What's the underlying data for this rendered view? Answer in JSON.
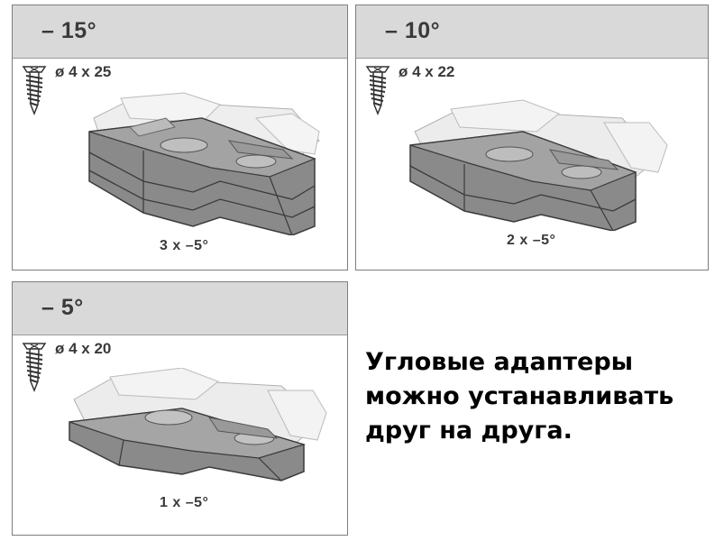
{
  "panels": [
    {
      "angle": "– 15°",
      "screw": "ø 4 x 25",
      "count": "3 x –5°",
      "layers": 3
    },
    {
      "angle": "– 10°",
      "screw": "ø 4 x 22",
      "count": "2 x –5°",
      "layers": 2
    },
    {
      "angle": "– 5°",
      "screw": "ø 4 x 20",
      "count": "1 x –5°",
      "layers": 1
    }
  ],
  "note": "Угловые адаптеры можно устанавливать друг на друга.",
  "colors": {
    "header": "#d9d9d9",
    "adapter": "#8a8a8a",
    "adapter_dark": "#5e5e5e",
    "plate": "#c8c8c8"
  },
  "icons": [
    "screw-icon",
    "mounting-plate-drawing"
  ]
}
